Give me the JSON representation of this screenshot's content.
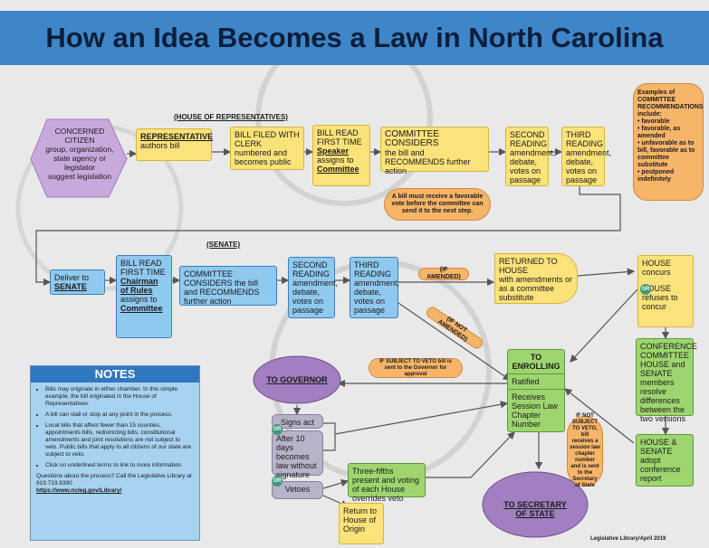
{
  "title": "How an Idea Becomes a Law in North Carolina",
  "house_label": "(HOUSE OF REPRESENTATIVES)",
  "senate_label": "(SENATE)",
  "citizen": {
    "line1": "CONCERNED",
    "line2": "CITIZEN",
    "line3": "group, organization,",
    "line4": "state agency or",
    "line5": "legislator",
    "line6": "suggest legislation"
  },
  "representative": {
    "title": "REPRESENTATIVE",
    "text": "authors bill"
  },
  "bill_filed": {
    "title": "BILL FILED WITH CLERK",
    "text": "numbered and becomes public"
  },
  "bill_read_house": {
    "title": "BILL READ FIRST TIME",
    "link": "Speaker",
    "mid": "assigns to",
    "link2": "Committee"
  },
  "committee_house": {
    "title": "COMMITTEE CONSIDERS",
    "text": "the bill and RECOMMENDS further action"
  },
  "second_reading_house": {
    "title": "SECOND READING",
    "text": "amendment, debate, votes on passage"
  },
  "third_reading_house": {
    "title": "THIRD READING",
    "text": "amendment, debate, votes on passage"
  },
  "recommendations": {
    "title": "Examples of COMMITTEE RECOMMENDATIONS include:",
    "items": [
      "favorable",
      "favorable, as amended",
      "unfavorable as to bill, favorable as to committee substitute",
      "postponed indefinitely"
    ]
  },
  "favorable_note": "A bill must receive a favorable vote before the committee can send it to the next step.",
  "deliver_senate": {
    "text": "Deliver to",
    "link": "SENATE"
  },
  "bill_read_senate": {
    "title": "BILL READ FIRST TIME",
    "link": "Chairman of Rules",
    "mid": "assigns to",
    "link2": "Committee"
  },
  "committee_senate": {
    "title": "COMMITTEE",
    "text": "CONSIDERS the bill and RECOMMENDS further action"
  },
  "second_reading_senate": {
    "title": "SECOND READING",
    "text": "amendment, debate, votes on passage"
  },
  "third_reading_senate": {
    "title": "THIRD READING",
    "text": "amendment, debate, votes on passage"
  },
  "if_amended": "(IF AMENDED)",
  "if_not_amended": "(IF NOT AMENDED)",
  "returned_house": {
    "title": "RETURNED TO HOUSE",
    "text": "with amendments or as a committee substitute"
  },
  "house_concurs": {
    "title": "HOUSE",
    "text": "concurs"
  },
  "or_label": "OR",
  "house_refuses": {
    "title": "HOUSE",
    "text": "refuses to concur"
  },
  "conference": {
    "title": "CONFERENCE COMMITTEE",
    "text": "HOUSE and SENATE members resolve differences between the two versions"
  },
  "adopt_report": {
    "title": "HOUSE & SENATE",
    "text": "adopt conference report"
  },
  "enrolling": {
    "title": "TO ENROLLING",
    "ratified": "Ratified",
    "receives": "Receives Session Law Chapter Number"
  },
  "veto_note": "IF SUBJECT TO VETO bill is sent to the Governor for approval",
  "not_veto_note": "IF NOT SUBJECT TO VETO, bill receives a session law chapter number and is sent to the Secretary of State",
  "to_governor": "TO GOVERNOR",
  "signs_act": "Signs act",
  "after_ten_days": "After 10 days becomes law without signature",
  "vetoes": "Vetoes",
  "override": "Three-fifths present and voting of each House overrides veto",
  "return_house": "Return to House of Origin",
  "to_secretary": "TO SECRETARY OF STATE",
  "notes": {
    "title": "NOTES",
    "items": [
      "Bills may originate in either chamber. In this simple example, the bill originated in the House of Representatives.",
      "A bill can stall or stop at any point in the process.",
      "Local bills that affect fewer than 15 counties, appointments bills, redistricting bills, constitutional amendments and joint resolutions are not subject to veto. Public bills that apply to all citizens of our state are subject to veto.",
      "Click on underlined terms to link to more information."
    ],
    "footer": "Questions about the process? Call the Legislative Library at 919.733.9390",
    "link": "https://www.ncleg.gov/Library/"
  },
  "credit": "Legislative Library/April 2019",
  "colors": {
    "banner": "#3e86c8",
    "yellow": "#fbe27a",
    "blue": "#90c9ef",
    "green": "#9fd56f",
    "orange": "#f7b56a",
    "purple": "#a27fc0",
    "citizen": "#c8a9dc"
  }
}
